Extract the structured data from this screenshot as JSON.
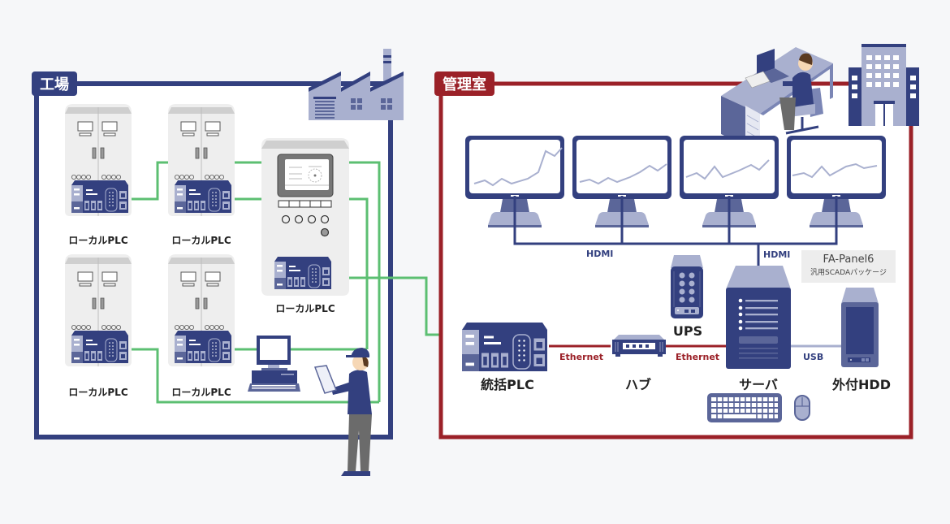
{
  "zones": {
    "factory": {
      "label": "工場",
      "color": "#33407f"
    },
    "control_room": {
      "label": "管理室",
      "color": "#9b2128"
    }
  },
  "factory_devices": {
    "local_plc_label": "ローカルPLC",
    "local_plcs": [
      {
        "label": "ローカルPLC"
      },
      {
        "label": "ローカルPLC"
      },
      {
        "label": "ローカルPLC"
      },
      {
        "label": "ローカルPLC"
      },
      {
        "label": "ローカルPLC"
      }
    ]
  },
  "control_devices": {
    "master_plc": "統括PLC",
    "hub": "ハブ",
    "ups": "UPS",
    "server": "サーバ",
    "external_hdd": "外付HDD"
  },
  "connections": {
    "ethernet_left": "Ethernet",
    "ethernet_right": "Ethernet",
    "hdmi_monitors": "HDMI",
    "hdmi_server": "HDMI",
    "usb": "USB"
  },
  "software": {
    "name": "FA-Panel6",
    "description": "汎用SCADAパッケージ"
  },
  "colors": {
    "navy": "#33407f",
    "red": "#9b2128",
    "green": "#5cbf72",
    "light_navy": "#a9b0cf",
    "panel_gray": "#efefef"
  }
}
